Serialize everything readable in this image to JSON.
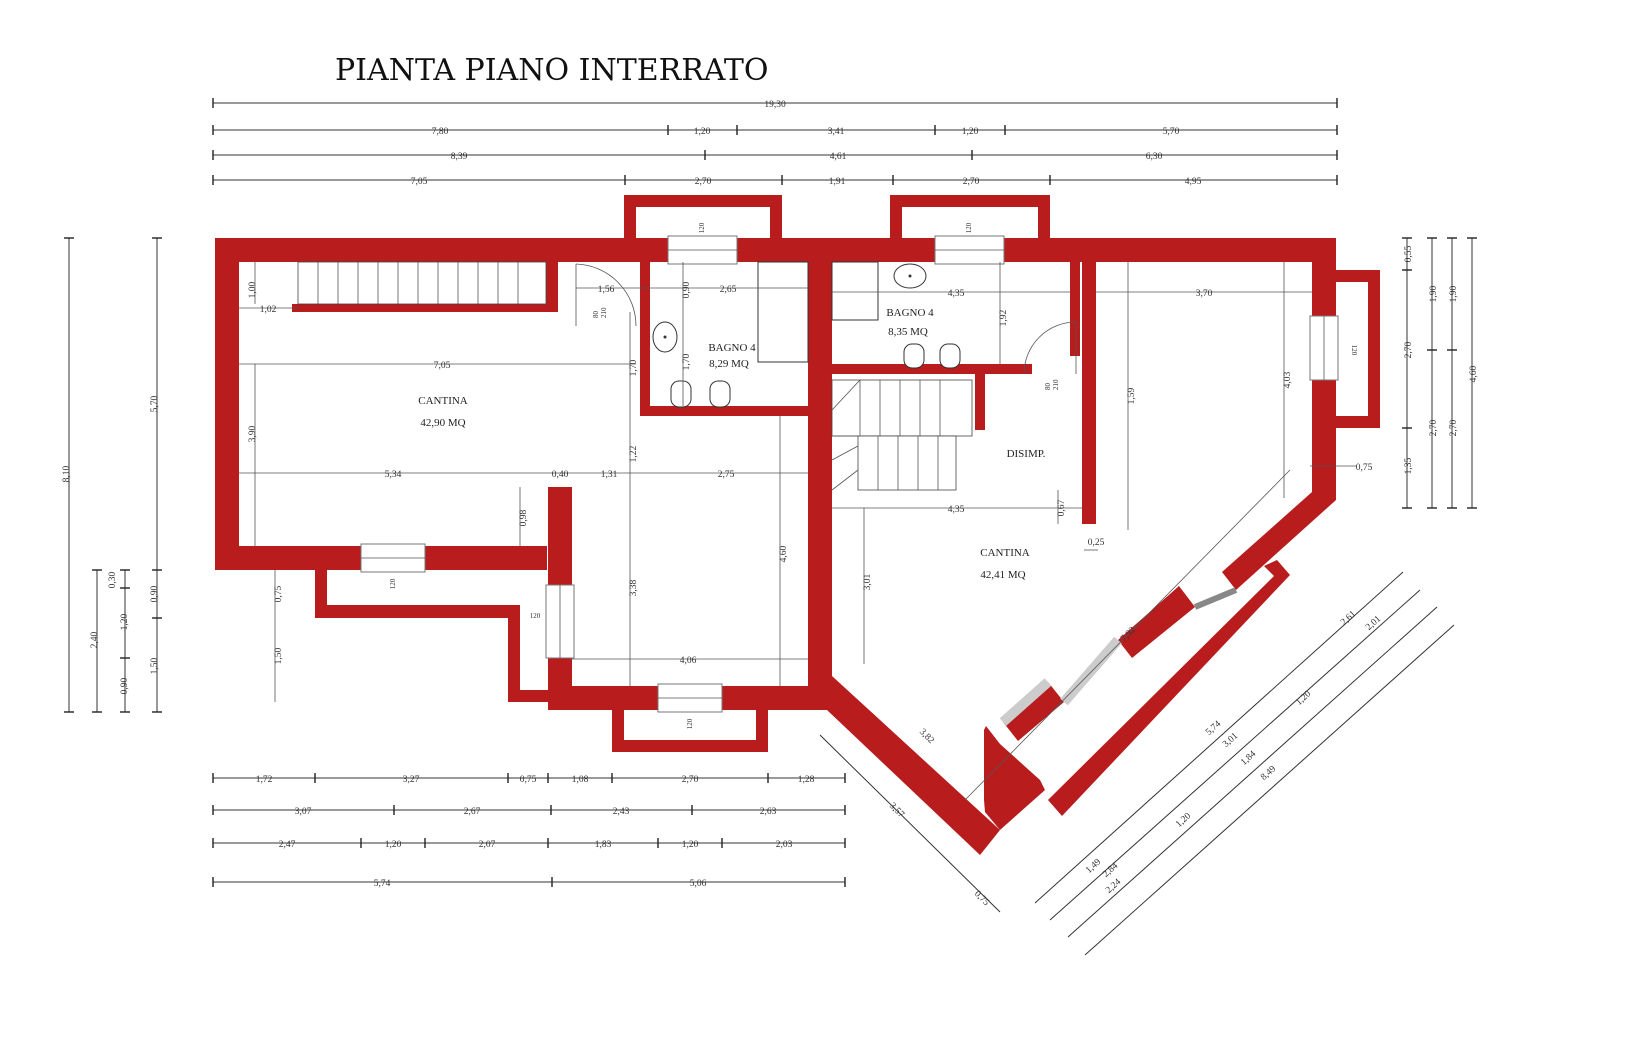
{
  "title": "PIANTA PIANO INTERRATO",
  "rooms": {
    "cantina_left": {
      "name": "CANTINA",
      "area": "42,90 MQ"
    },
    "bagno_left": {
      "name": "BAGNO 4",
      "area": "8,29 MQ"
    },
    "bagno_right": {
      "name": "BAGNO 4",
      "area": "8,35 MQ"
    },
    "disimpegno": {
      "name": "DISIMP."
    },
    "cantina_right": {
      "name": "CANTINA",
      "area": "42,41 MQ"
    }
  },
  "top_dims": {
    "row1": [
      "19,30"
    ],
    "row2": [
      "7,80",
      "1,20",
      "3,41",
      "1,20",
      "5,70"
    ],
    "row3": [
      "8,39",
      "4,61",
      "6,30"
    ],
    "row4": [
      "7,05",
      "2,70",
      "1,91",
      "2,70",
      "4,95"
    ]
  },
  "bottom_dims": {
    "row1": [
      "1,72",
      "3,27",
      "0,75",
      "1,08",
      "2,70",
      "1,28"
    ],
    "row2": [
      "3,07",
      "2,67",
      "2,43",
      "2,63"
    ],
    "row3": [
      "2,47",
      "1,20",
      "2,07",
      "1,83",
      "1,20",
      "2,03"
    ],
    "row4": [
      "5,74",
      "5,06"
    ]
  },
  "left_dims": {
    "outer": [
      "8,10"
    ],
    "mid": [
      "5,70",
      "0,90",
      "1,50"
    ],
    "small": [
      "0,30",
      "1,20",
      "0,90"
    ],
    "far": [
      "2,40"
    ]
  },
  "right_dims": {
    "a": [
      "0,55",
      "2,70",
      "1,35"
    ],
    "b": [
      "1,90",
      "2,70"
    ],
    "c": [
      "1,90",
      "2,70"
    ],
    "d": [
      "4,60"
    ]
  },
  "diag_dims": {
    "outer": [
      "1,49",
      "5,74",
      "2,61"
    ],
    "mid1": [
      "2,84",
      "3,01",
      "2,01"
    ],
    "mid2": [
      "1,20",
      "1,84",
      "1,20"
    ],
    "inner": [
      "2,24",
      "8,49"
    ],
    "sw": [
      "3,82",
      "3,57",
      "0,75"
    ]
  },
  "interior_dims": {
    "d100": "1,00",
    "d102": "1,02",
    "d156": "1,56",
    "d090": "0,90",
    "d265": "2,65",
    "d435a": "4,35",
    "d370": "3,70",
    "d192": "1,92",
    "d705": "7,05",
    "d170a": "1,70",
    "d170b": "1,70",
    "d390": "3,90",
    "d534": "5,34",
    "d040": "0,40",
    "d131": "1,31",
    "d122": "1,22",
    "d275": "2,75",
    "d098": "0,98",
    "d338": "3,38",
    "d460": "4,60",
    "d406": "4,06",
    "d435b": "4,35",
    "d067": "0,67",
    "d025": "0,25",
    "d159": "1,59",
    "d403": "4,03",
    "d301": "3,01",
    "d792": "7,92",
    "d075a": "0,75",
    "d075b": "0,75",
    "d150": "1,50"
  },
  "win_labels": {
    "w120": "120",
    "d80": "80",
    "d210": "210"
  }
}
